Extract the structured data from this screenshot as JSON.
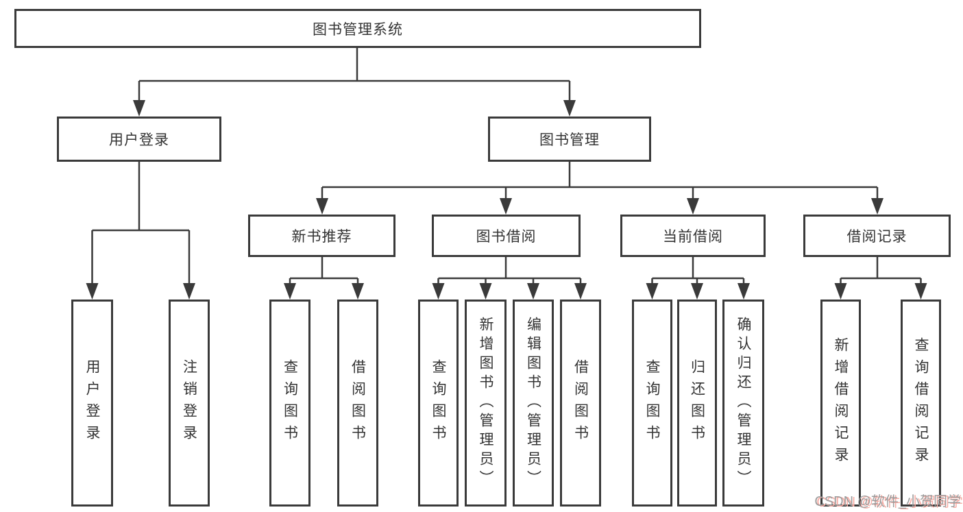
{
  "tree": {
    "label": "图书管理系统",
    "children": [
      {
        "label": "用户登录",
        "children": [
          {
            "label": "用户登录"
          },
          {
            "label": "注销登录"
          }
        ]
      },
      {
        "label": "图书管理",
        "children": [
          {
            "label": "新书推荐",
            "children": [
              {
                "label": "查询图书"
              },
              {
                "label": "借阅图书"
              }
            ]
          },
          {
            "label": "图书借阅",
            "children": [
              {
                "label": "查询图书"
              },
              {
                "label": "新增图书（管理员）"
              },
              {
                "label": "编辑图书（管理员）"
              },
              {
                "label": "借阅图书"
              }
            ]
          },
          {
            "label": "当前借阅",
            "children": [
              {
                "label": "查询图书"
              },
              {
                "label": "归还图书"
              },
              {
                "label": "确认归还（管理员）"
              }
            ]
          },
          {
            "label": "借阅记录",
            "children": [
              {
                "label": "新增借阅记录"
              },
              {
                "label": "查询借阅记录"
              }
            ]
          }
        ]
      }
    ]
  },
  "watermark": {
    "text": "CSDN @软件_小贺同学"
  },
  "colors": {
    "line": "#3a3a3a",
    "text": "#333333",
    "background": "#ffffff",
    "watermark_text": "#9c9c9c",
    "watermark_shadow": "#f8aca4"
  }
}
